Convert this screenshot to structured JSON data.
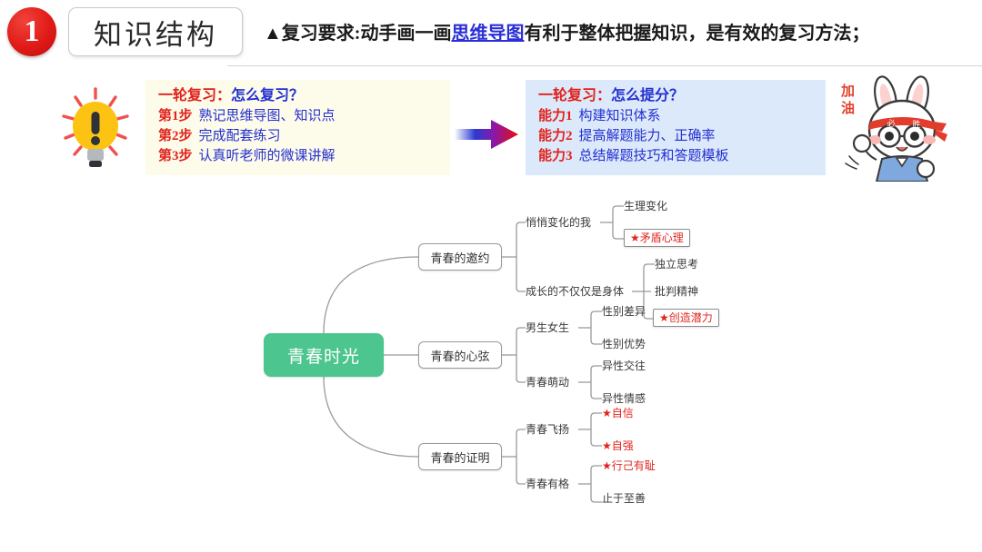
{
  "header": {
    "badge_number": "1",
    "title": "知识结构",
    "requirement_prefix": "▲复习要求:动手画一画",
    "requirement_highlight": "思维导图",
    "requirement_suffix": "有利于整体把握知识，是有效的复习方法；"
  },
  "panel_left": {
    "heading_red": "一轮复习：",
    "heading_blue": "怎么复习？",
    "rows": [
      {
        "key": "第1步",
        "value": "熟记思维导图、知识点"
      },
      {
        "key": "第2步",
        "value": "完成配套练习"
      },
      {
        "key": "第3步",
        "value": "认真听老师的微课讲解"
      }
    ]
  },
  "panel_right": {
    "heading_red": "一轮复习：",
    "heading_blue": "怎么提分？",
    "rows": [
      {
        "key": "能力1",
        "value": "构建知识体系"
      },
      {
        "key": "能力2",
        "value": "提高解题能力、正确率"
      },
      {
        "key": "能力3",
        "value": "总结解题技巧和答题模板"
      }
    ]
  },
  "mascot": {
    "cheer_line1": "加",
    "cheer_line2": "油",
    "headband_left": "必",
    "headband_right": "胜"
  },
  "mindmap": {
    "root": "青春时光",
    "branches": [
      {
        "label": "青春的邀约",
        "subs": [
          {
            "label": "悄悄变化的我",
            "leaves": [
              {
                "text": "生理变化",
                "style": "plain"
              },
              {
                "text": "★矛盾心理",
                "style": "red-boxed"
              }
            ]
          },
          {
            "label": "成长的不仅仅是身体",
            "leaves": [
              {
                "text": "独立思考",
                "style": "plain"
              },
              {
                "text": "批判精神",
                "style": "plain"
              },
              {
                "text": "★创造潜力",
                "style": "red-boxed"
              }
            ]
          }
        ]
      },
      {
        "label": "青春的心弦",
        "subs": [
          {
            "label": "男生女生",
            "leaves": [
              {
                "text": "性别差异",
                "style": "plain"
              },
              {
                "text": "性别优势",
                "style": "plain"
              }
            ]
          },
          {
            "label": "青春萌动",
            "leaves": [
              {
                "text": "异性交往",
                "style": "plain"
              },
              {
                "text": "异性情感",
                "style": "plain"
              }
            ]
          }
        ]
      },
      {
        "label": "青春的证明",
        "subs": [
          {
            "label": "青春飞扬",
            "leaves": [
              {
                "text": "★自信",
                "style": "red"
              },
              {
                "text": "★自强",
                "style": "red"
              }
            ]
          },
          {
            "label": "青春有格",
            "leaves": [
              {
                "text": "★行己有耻",
                "style": "red"
              },
              {
                "text": "止于至善",
                "style": "plain"
              }
            ]
          }
        ]
      }
    ]
  },
  "colors": {
    "badge_red": "#e01b17",
    "heading_red": "#e0231c",
    "text_blue": "#2430d0",
    "root_green": "#4cc58e",
    "panel_left_bg": "#fdfbe9",
    "panel_right_bg": "#dce9fb",
    "link_gray": "#9a9a9a"
  }
}
